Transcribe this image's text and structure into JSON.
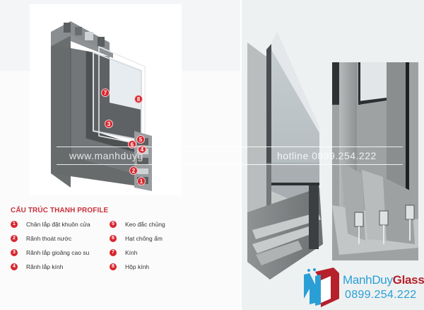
{
  "diagram": {
    "section_title": "CẤU TRÚC THANH PROFILE",
    "legend": [
      {
        "number": "1",
        "label": "Chân lắp đặt khuôn cửa"
      },
      {
        "number": "2",
        "label": "Rãnh thoát nước"
      },
      {
        "number": "3",
        "label": "Rãnh lắp gioăng cao su"
      },
      {
        "number": "4",
        "label": "Rãnh lắp kính"
      },
      {
        "number": "5",
        "label": "Keo đắc chủng"
      },
      {
        "number": "6",
        "label": "Hạt chống ẩm"
      },
      {
        "number": "7",
        "label": "Kính"
      },
      {
        "number": "8",
        "label": "Hộp kính"
      }
    ],
    "markers": [
      "7",
      "8",
      "3",
      "5",
      "6",
      "4",
      "2",
      "1"
    ]
  },
  "watermark": {
    "website": "www.manhduyg",
    "hotline": "hotline 0899.254.222"
  },
  "logo": {
    "brand_part1": "ManhDuy",
    "brand_part2": "Glass",
    "phone": "0899.254.222"
  },
  "colors": {
    "accent_red": "#d8262e",
    "title_red": "#c9313a",
    "brand_blue": "#2a9fd6",
    "brand_red": "#b5202b",
    "profile_gray": "#6b6e6f"
  }
}
